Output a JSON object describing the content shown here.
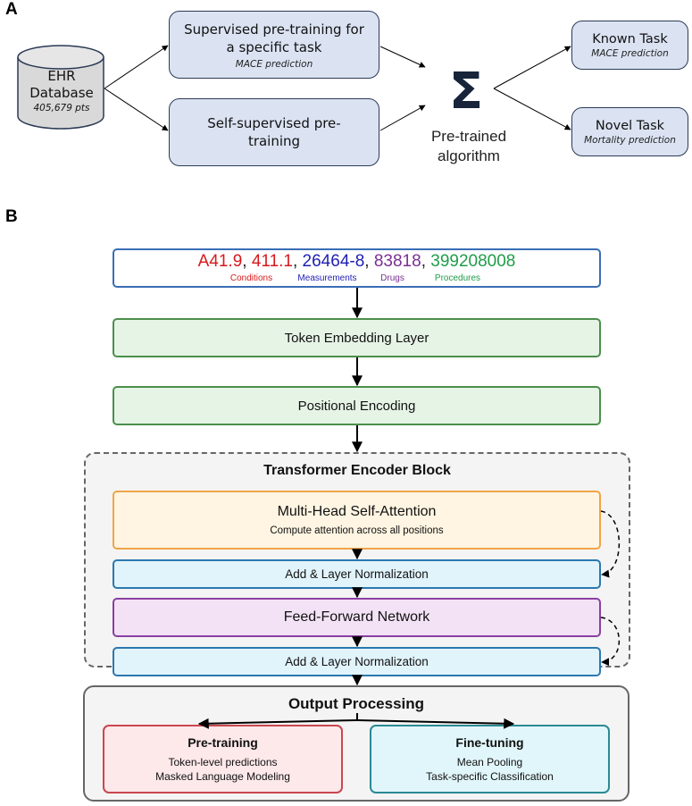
{
  "panel_a": {
    "label": "A",
    "database": {
      "title_line1": "EHR",
      "title_line2": "Database",
      "subtitle": "405,679 pts"
    },
    "supervised": {
      "title": "Supervised pre-training for a specific task",
      "subtitle": "MACE prediction"
    },
    "self_supervised": {
      "title": "Self-supervised pre-training"
    },
    "sigma_symbol": "Σ",
    "pretrained_label_line1": "Pre-trained",
    "pretrained_label_line2": "algorithm",
    "known_task": {
      "title": "Known Task",
      "subtitle": "MACE prediction"
    },
    "novel_task": {
      "title": "Novel Task",
      "subtitle": "Mortality prediction"
    }
  },
  "panel_b": {
    "label": "B",
    "input_tokens": [
      {
        "text": "A41.9",
        "color": "#d7191c",
        "sep": ", "
      },
      {
        "text": "411.1",
        "color": "#d7191c",
        "sep": ", "
      },
      {
        "text": "26464-8",
        "color": "#1f1fb4",
        "sep": ", "
      },
      {
        "text": "83818",
        "color": "#7b2f93",
        "sep": ", "
      },
      {
        "text": "399208008",
        "color": "#1f9d49",
        "sep": ""
      }
    ],
    "token_legend": [
      {
        "label": "Conditions",
        "color": "#d7191c"
      },
      {
        "label": "Measurements",
        "color": "#1f1fb4"
      },
      {
        "label": "Drugs",
        "color": "#7b2f93"
      },
      {
        "label": "Procedures",
        "color": "#1f9d49"
      }
    ],
    "token_embedding": "Token Embedding Layer",
    "positional_encoding": "Positional Encoding",
    "encoder": {
      "title": "Transformer Encoder Block",
      "mhsa_title": "Multi-Head Self-Attention",
      "mhsa_subtitle": "Compute attention across all positions",
      "add_norm_1": "Add & Layer Normalization",
      "ffn": "Feed-Forward Network",
      "add_norm_2": "Add & Layer Normalization"
    },
    "output": {
      "title": "Output Processing",
      "pretraining": {
        "title": "Pre-training",
        "line1": "Token-level predictions",
        "line2": "Masked Language Modeling"
      },
      "finetuning": {
        "title": "Fine-tuning",
        "line1": "Mean Pooling",
        "line2": "Task-specific Classification"
      }
    }
  }
}
